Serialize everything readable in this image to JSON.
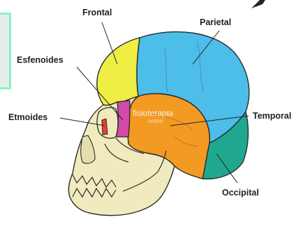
{
  "labels": {
    "frontal": "Frontal",
    "parietal": "Parietal",
    "esfenoides": "Esfenoides",
    "etmoides": "Etmoides",
    "temporal": "Temporal",
    "occipital": "Occipital"
  },
  "watermark": {
    "main": "fisioterapia",
    "sub": "online"
  },
  "colors": {
    "frontal": "#eeee45",
    "parietal": "#4dbde9",
    "esfenoides": "#d14aa8",
    "etmoides": "#e6432f",
    "temporal": "#f39a22",
    "occipital": "#1fa88f",
    "face": "#f2eabf",
    "outline": "#2a2a2a",
    "frame": "#8ef3c2"
  }
}
